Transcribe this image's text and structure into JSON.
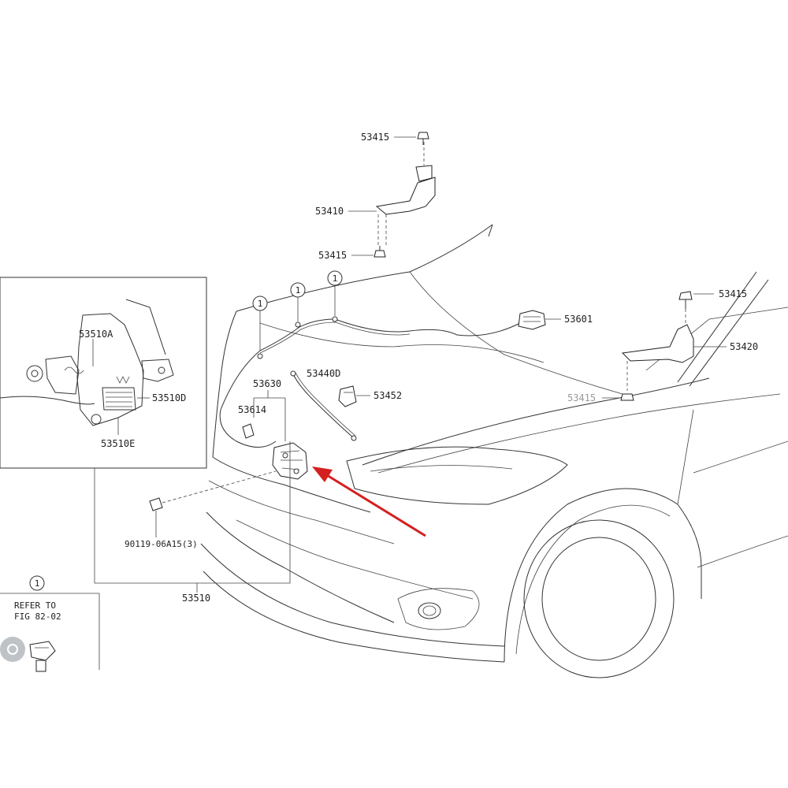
{
  "parts": {
    "p53415_top": "53415",
    "p53410": "53410",
    "p53415_mid": "53415",
    "p53601": "53601",
    "p53415_right": "53415",
    "p53420": "53420",
    "p53415_far": "53415",
    "p53440D": "53440D",
    "p53452": "53452",
    "p53630": "53630",
    "p53614": "53614",
    "p90119": "90119-06A15(3)",
    "p53510": "53510",
    "p53510A": "53510A",
    "p53510D": "53510D",
    "p53510E": "53510E"
  },
  "ref_markers": [
    "1",
    "1",
    "1",
    "1"
  ],
  "refer_note": {
    "marker": "1",
    "line1": "REFER TO",
    "line2": "FIG 82-02"
  },
  "colors": {
    "arrow": "#d42020",
    "line": "#333333"
  }
}
